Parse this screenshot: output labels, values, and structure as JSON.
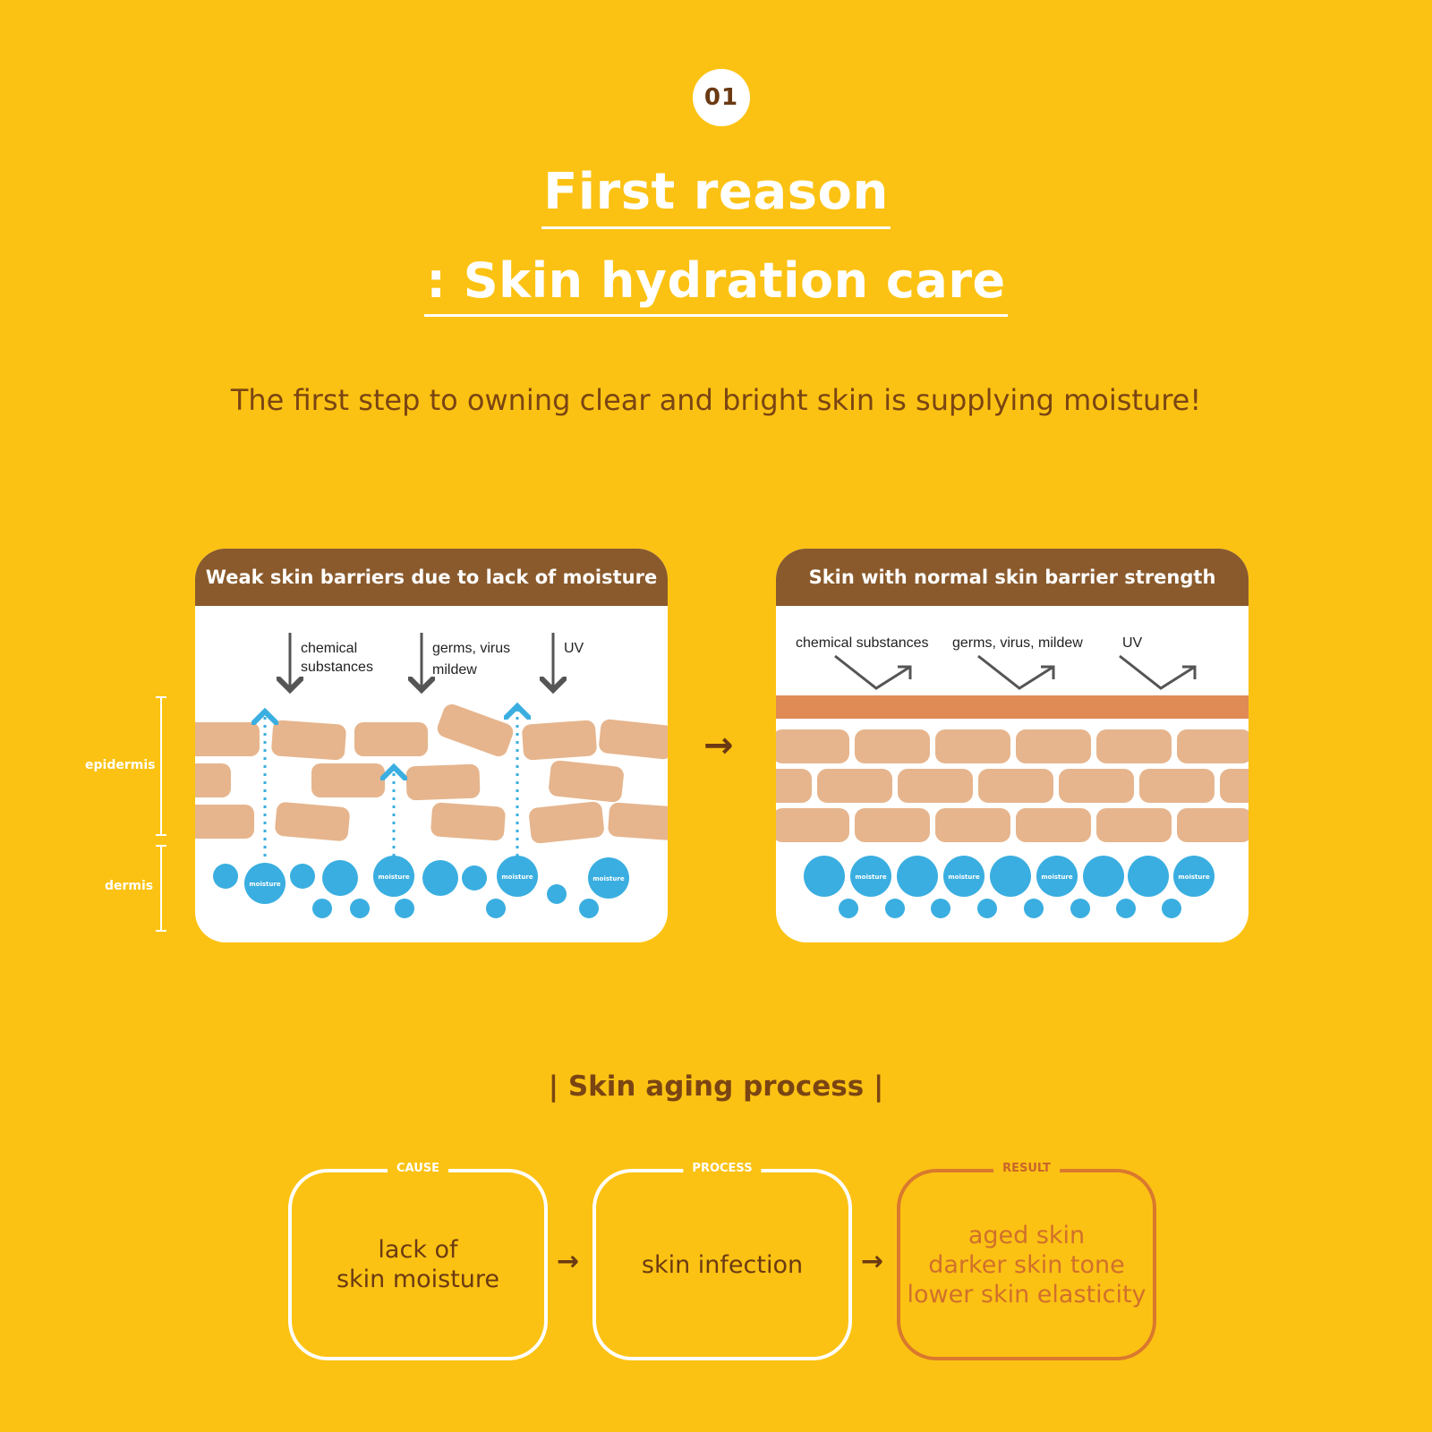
{
  "badge": "01",
  "title": {
    "line1": "First reason",
    "line2": ": Skin hydration care"
  },
  "subtitle": "The first step to owning clear and bright skin is supplying moisture!",
  "layer_labels": {
    "epidermis": "epidermis",
    "dermis": "dermis"
  },
  "left_panel": {
    "header": "Weak skin barriers due to lack of moisture",
    "threats": {
      "chemical_line1": "chemical",
      "chemical_line2": "substances",
      "germs_line1": "germs, virus",
      "germs_line2": "mildew",
      "uv": "UV"
    },
    "moisture_label": "moisture"
  },
  "right_panel": {
    "header": "Skin with normal skin barrier strength",
    "threats": {
      "chemical": "chemical substances",
      "germs": "germs, virus, mildew",
      "uv": "UV"
    },
    "moisture_label": "moisture"
  },
  "aging": {
    "title": "| Skin aging process |",
    "cause": {
      "tag": "CAUSE",
      "line1": "lack of",
      "line2": "skin moisture"
    },
    "process": {
      "tag": "PROCESS",
      "text": "skin infection"
    },
    "result": {
      "tag": "RESULT",
      "line1": "aged skin",
      "line2": "darker skin tone",
      "line3": "lower skin elasticity"
    }
  },
  "arrows": {
    "between_panels": "→",
    "flow1": "→",
    "flow2": "→"
  },
  "colors": {
    "background": "#FCC213",
    "header_brown": "#8A5A2C",
    "text_brown": "#7A4513",
    "skin_cell": "#E6B58D",
    "moisture_blue": "#3AAEE0",
    "barrier": "#E08A55",
    "result_orange": "#D9792E"
  }
}
